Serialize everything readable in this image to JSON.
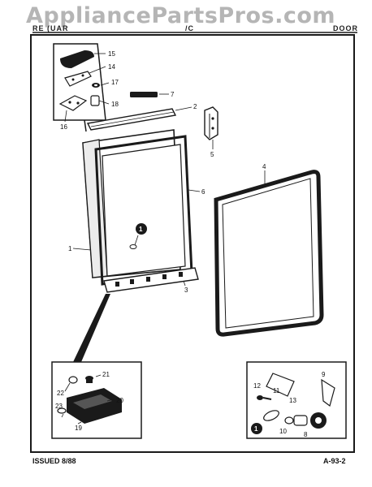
{
  "header": {
    "left_fragment": "RE (UAR",
    "mid_fragment": "/C",
    "right_label": "DOOR"
  },
  "watermark": "AppliancePartsPros.com",
  "footer": {
    "issued": "ISSUED 8/88",
    "page_code": "A-93-2"
  },
  "callouts": {
    "c1": "1",
    "c2": "2",
    "c3": "3",
    "c4": "4",
    "c5": "5",
    "c6": "6",
    "c7": "7",
    "c8": "8",
    "c9": "9",
    "c10": "10",
    "c11": "11",
    "c12": "12",
    "c13": "13",
    "c14": "14",
    "c15": "15",
    "c16": "16",
    "c17": "17",
    "c18": "18",
    "c19": "19",
    "c20": "20",
    "c21": "21",
    "c22": "22",
    "c23": "23"
  },
  "markers": {
    "note_symbol": "1"
  },
  "colors": {
    "ink": "#1a1a1a",
    "panel_fill": "#e9e9e9",
    "watermark": "#8a8a8a"
  }
}
